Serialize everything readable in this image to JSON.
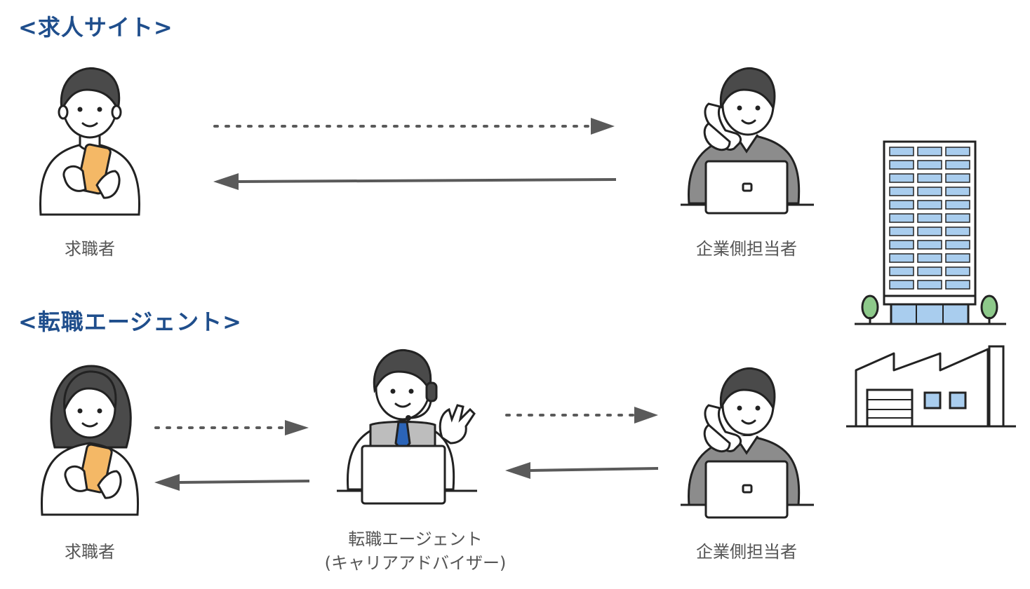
{
  "sections": {
    "job_site": {
      "title": "<求人サイト>",
      "seeker_label": "求職者",
      "company_contact_label": "企業側担当者"
    },
    "agent": {
      "title": "<転職エージェント>",
      "seeker_label": "求職者",
      "agent_label_line1": "転職エージェント",
      "agent_label_line2": "(キャリアアドバイザー)",
      "company_contact_label": "企業側担当者"
    }
  },
  "colors": {
    "title": "#1f4e8c",
    "arrow": "#5a5a5a",
    "phone": "#f4b866",
    "jacket": "#8c8c8c",
    "hair": "#4a4a4a",
    "window": "#a9cdee",
    "tie": "#2b64b8"
  },
  "icons": [
    "person-with-phone-icon",
    "office-worker-on-phone-icon",
    "headset-agent-icon",
    "office-building-icon",
    "factory-icon"
  ]
}
